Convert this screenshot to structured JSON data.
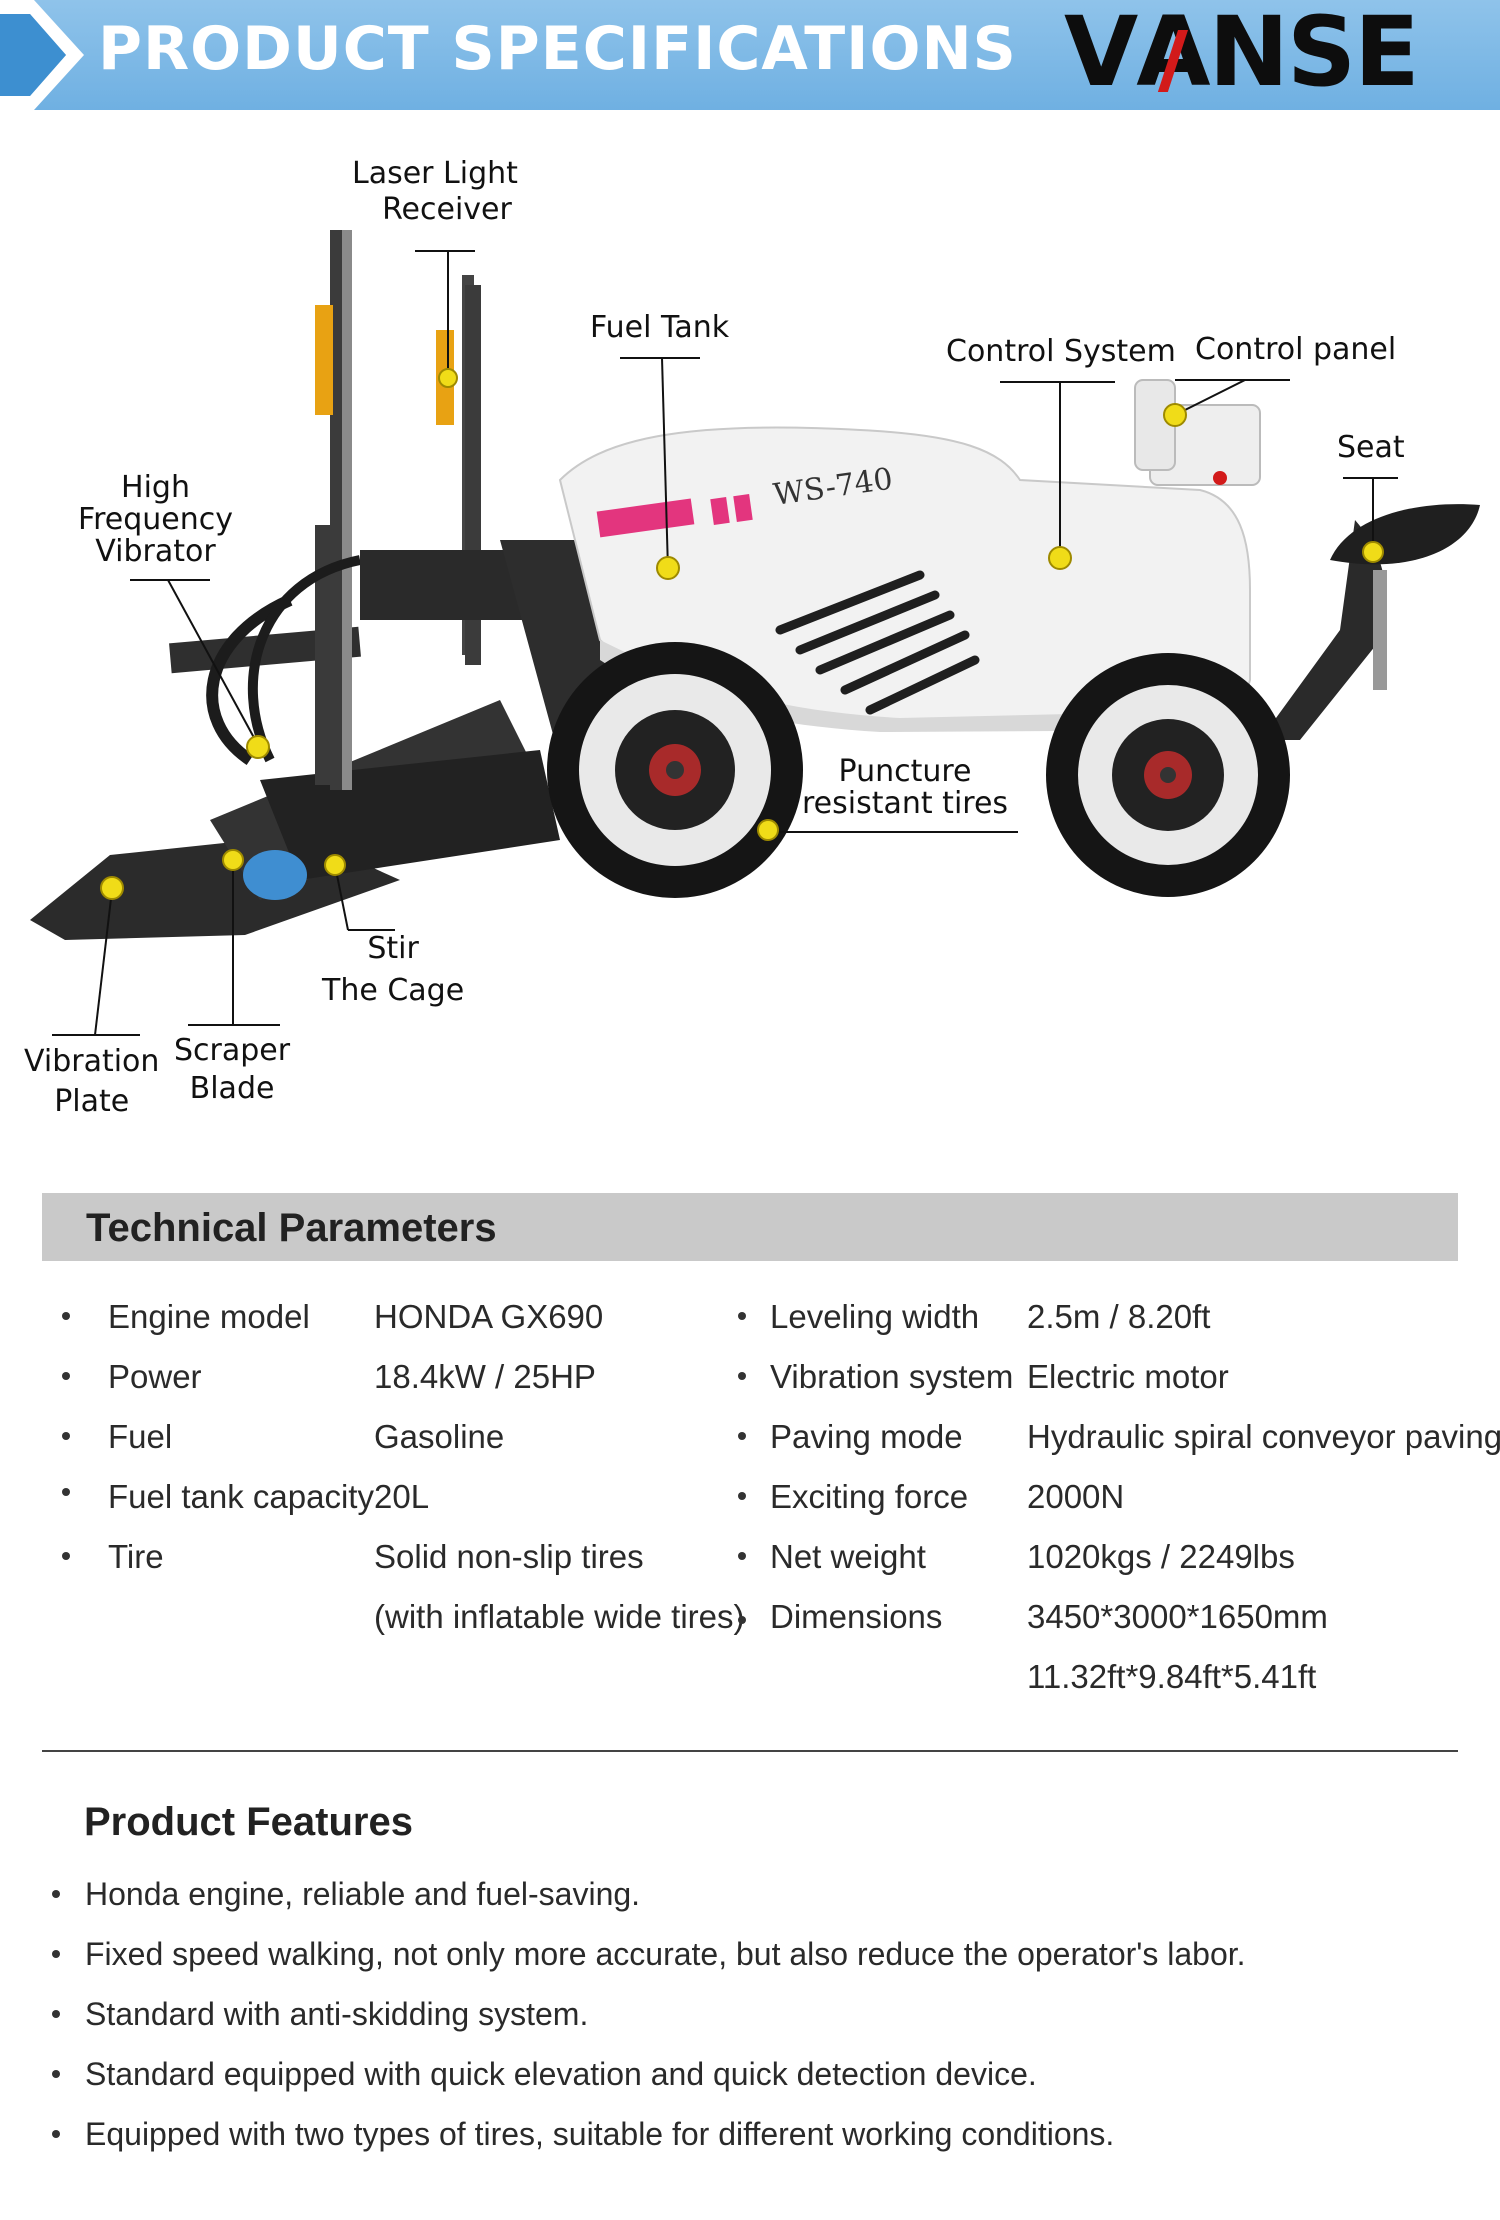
{
  "header": {
    "title": "PRODUCT SPECIFICATIONS",
    "brand_pre": "V",
    "brand_a": "A",
    "brand_post": "NSE",
    "colors": {
      "banner": "#7db8e6",
      "brand_accent": "#d21a1a"
    }
  },
  "diagram": {
    "model_label": "WS-740",
    "callouts": {
      "laser_light_receiver": [
        "Laser Light",
        "Receiver"
      ],
      "fuel_tank": "Fuel Tank",
      "control_system": "Control System",
      "control_panel": "Control panel",
      "seat": "Seat",
      "high_frequency_vibrator": [
        "High",
        "Frequency",
        "Vibrator"
      ],
      "puncture_resistant_tires": [
        "Puncture",
        "resistant tires"
      ],
      "stir_the_cage": [
        "Stir",
        "The Cage"
      ],
      "vibration_plate": [
        "Vibration",
        "Plate"
      ],
      "scraper_blade": [
        "Scraper",
        "Blade"
      ]
    }
  },
  "technical_parameters": {
    "title": "Technical Parameters",
    "left": [
      {
        "label": "Engine model",
        "value": "HONDA GX690"
      },
      {
        "label": "Power",
        "value": "18.4kW / 25HP"
      },
      {
        "label": "Fuel",
        "value": "Gasoline"
      },
      {
        "label": "Fuel tank capacity",
        "value": "20L"
      },
      {
        "label": "Tire",
        "value": "Solid non-slip tires",
        "value2": "(with inflatable wide tires)"
      }
    ],
    "right": [
      {
        "label": "Leveling width",
        "value": "2.5m / 8.20ft"
      },
      {
        "label": "Vibration system",
        "value": "Electric motor"
      },
      {
        "label": "Paving mode",
        "value": "Hydraulic spiral conveyor paving"
      },
      {
        "label": "Exciting force",
        "value": "2000N"
      },
      {
        "label": "Net weight",
        "value": "1020kgs / 2249lbs"
      },
      {
        "label": "Dimensions",
        "value": "3450*3000*1650mm",
        "value2": "11.32ft*9.84ft*5.41ft"
      }
    ]
  },
  "product_features": {
    "title": "Product Features",
    "items": [
      "Honda engine, reliable and fuel-saving.",
      "Fixed speed walking, not only more accurate, but also reduce the operator's labor.",
      "Standard with anti-skidding system.",
      "Standard equipped with quick elevation and quick detection device.",
      "Equipped with two types of tires, suitable for different working conditions."
    ]
  }
}
